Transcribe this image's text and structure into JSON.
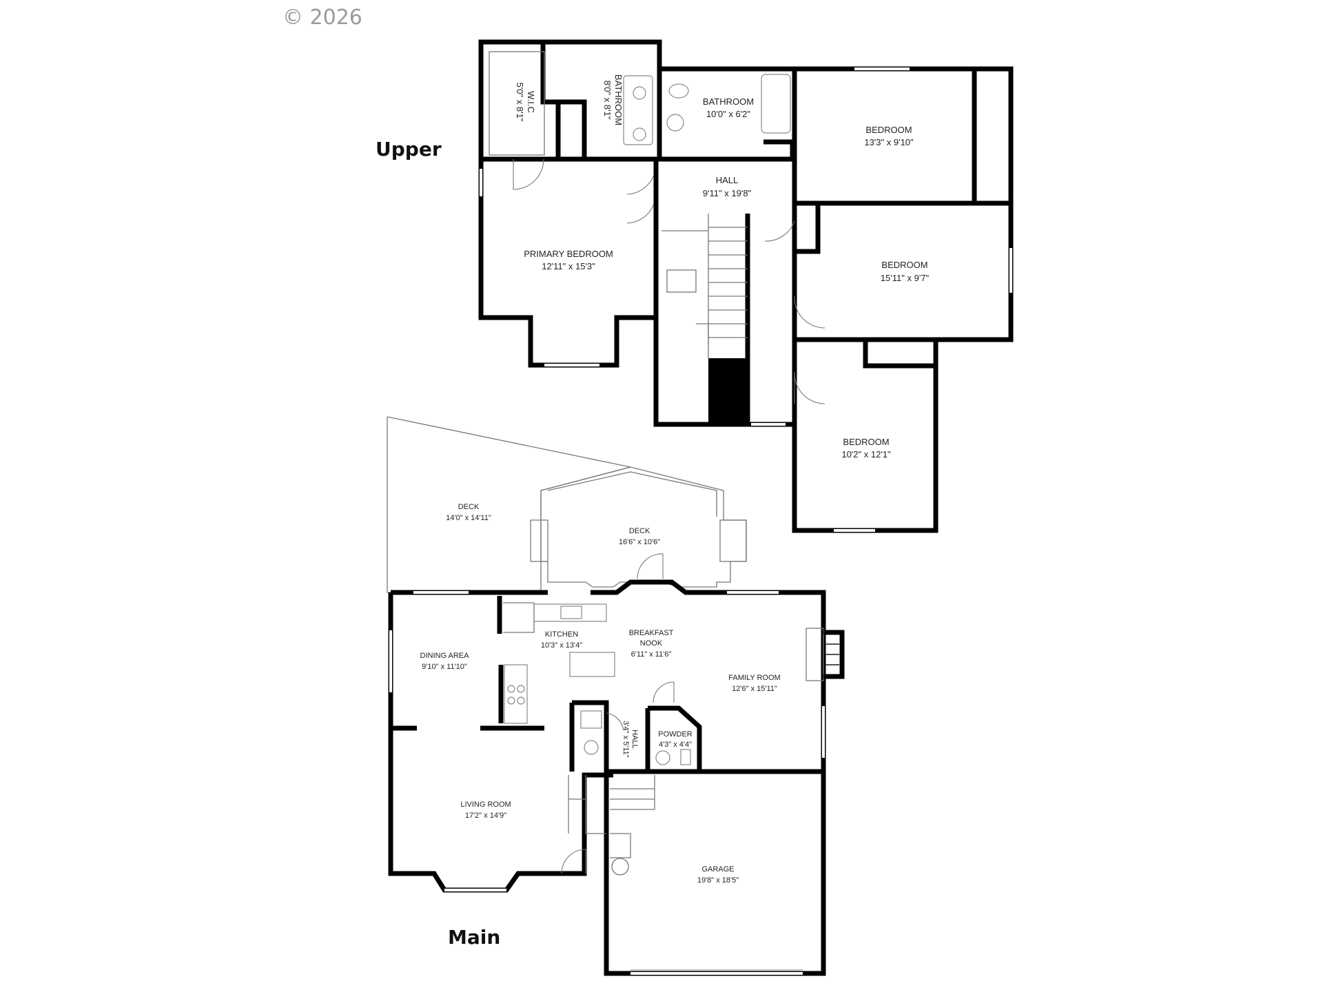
{
  "copyright": "© 2026",
  "levels": {
    "upper": "Upper",
    "main": "Main"
  },
  "rooms": {
    "wic": {
      "name": "W.I.C",
      "dims": "5'0\" x 8'1\""
    },
    "bath_primary": {
      "name": "BATHROOM",
      "dims": "8'0\" x 8'1\""
    },
    "bath_hall": {
      "name": "BATHROOM",
      "dims": "10'0\" x 6'2\""
    },
    "bed_ne": {
      "name": "BEDROOM",
      "dims": "13'3\" x 9'10\""
    },
    "hall_upper": {
      "name": "HALL",
      "dims": "9'11\" x 19'8\""
    },
    "primary_bed": {
      "name": "PRIMARY BEDROOM",
      "dims": "12'11\" x 15'3\""
    },
    "bed_e": {
      "name": "BEDROOM",
      "dims": "15'11\" x 9'7\""
    },
    "bed_se": {
      "name": "BEDROOM",
      "dims": "10'2\" x 12'1\""
    },
    "deck_w": {
      "name": "DECK",
      "dims": "14'0\" x 14'11\""
    },
    "deck_c": {
      "name": "DECK",
      "dims": "16'6\" x 10'6\""
    },
    "kitchen": {
      "name": "KITCHEN",
      "dims": "10'3\" x 13'4\""
    },
    "nook": {
      "name1": "BREAKFAST",
      "name2": "NOOK",
      "dims": "6'11\" x 11'6\""
    },
    "dining": {
      "name": "DINING AREA",
      "dims": "9'10\" x 11'10\""
    },
    "family": {
      "name": "FAMILY ROOM",
      "dims": "12'6\" x 15'11\""
    },
    "hall_main": {
      "name": "HALL",
      "dims": "3'4\" x 5'11\""
    },
    "powder": {
      "name": "POWDER",
      "dims": "4'3\" x 4'4\""
    },
    "living": {
      "name": "LIVING ROOM",
      "dims": "17'2\" x 14'9\""
    },
    "garage": {
      "name": "GARAGE",
      "dims": "19'8\" x 18'5\""
    }
  }
}
